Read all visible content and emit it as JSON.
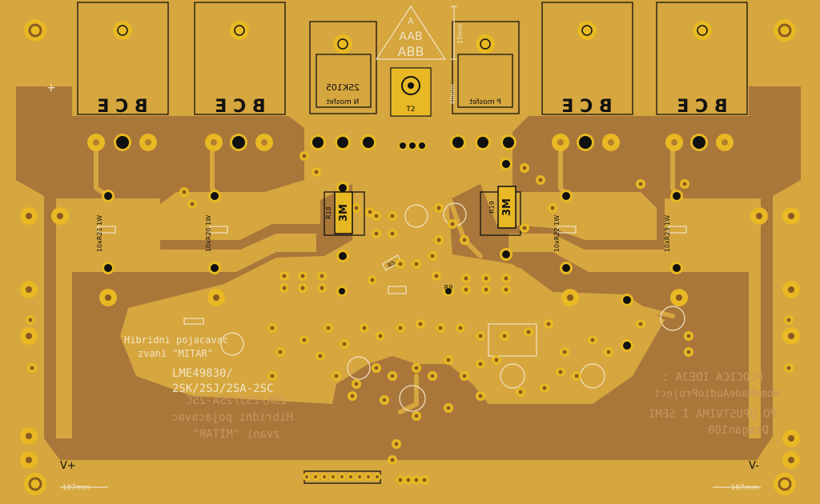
{
  "board": {
    "colors": {
      "substrate": "#a9773a",
      "copper": "#d6a63f",
      "pad": "#e8b923",
      "hole": "#111111",
      "silk": "#f1e4c4"
    },
    "transistor_pins": "B C E",
    "logo_letters": [
      "A",
      "AAB",
      "ABB"
    ],
    "dim_vertical": "15mm",
    "dim_horizontal": "187mm",
    "dim_regulator": "40mm",
    "mosfet_n_part": "2SK105",
    "mosfet_n_label": "N mosfet",
    "mosfet_p_label": "P mosfet",
    "regulator_label": "T2",
    "r18_label": "R18",
    "r18_value": "3M",
    "r19_label": "R19",
    "r19_value": "3M",
    "r21_label": "10xR21 1W",
    "r20_label": "10xR20 1W",
    "r22_label": "10xR22 1W",
    "r23_label": "10xR23 1W",
    "r5_label": "R5",
    "r9_label": "R9",
    "title_line1": "Hibridni pojacavac",
    "title_line2": "zvani \"MITAR\"",
    "ic_line1": "LME49830/",
    "ic_line2": "2SK/2SJ/2SA-2SC",
    "mirror_line1": "2SK/2SJ/2SA-2SC",
    "mirror_line2": "Hibridni pojacavac",
    "mirror_line3": "zvani \"MITAR\"",
    "right_line1": "PLOCICA IDEJA :",
    "right_line2": "HomeMadeAudioProject",
    "right_line3": "PO UPUSTVIMA I SEMI",
    "right_line4": "Dragan100",
    "v_plus": "V+",
    "v_minus": "V-",
    "plus_sign": "+"
  }
}
